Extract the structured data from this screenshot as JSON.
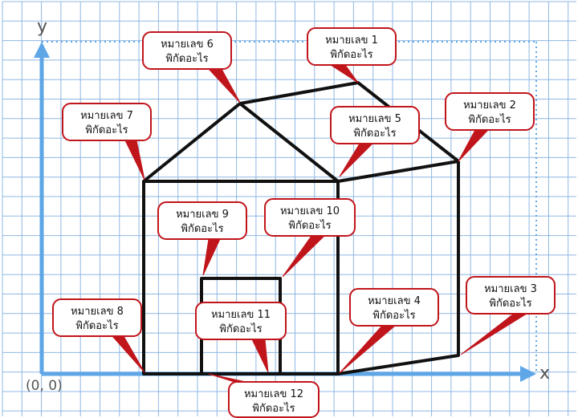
{
  "axes": {
    "x_label": "x",
    "y_label": "y",
    "origin_label": "(0, 0)"
  },
  "colors": {
    "grid": "#8fb7e3",
    "axis": "#5ea6e6",
    "outline": "#111111",
    "callout_border": "#c0151b",
    "callout_fill": "#ffffff"
  },
  "callouts": [
    {
      "id": 1,
      "line1": "หมายเลข 1",
      "line2": "พิกัดอะไร"
    },
    {
      "id": 2,
      "line1": "หมายเลข 2",
      "line2": "พิกัดอะไร"
    },
    {
      "id": 3,
      "line1": "หมายเลข 3",
      "line2": "พิกัดอะไร"
    },
    {
      "id": 4,
      "line1": "หมายเลข 4",
      "line2": "พิกัดอะไร"
    },
    {
      "id": 5,
      "line1": "หมายเลข 5",
      "line2": "พิกัดอะไร"
    },
    {
      "id": 6,
      "line1": "หมายเลข 6",
      "line2": "พิกัดอะไร"
    },
    {
      "id": 7,
      "line1": "หมายเลข 7",
      "line2": "พิกัดอะไร"
    },
    {
      "id": 8,
      "line1": "หมายเลข 8",
      "line2": "พิกัดอะไร"
    },
    {
      "id": 9,
      "line1": "หมายเลข 9",
      "line2": "พิกัดอะไร"
    },
    {
      "id": 10,
      "line1": "หมายเลข 10",
      "line2": "พิกัดอะไร"
    },
    {
      "id": 11,
      "line1": "หมายเลข 11",
      "line2": "พิกัดอะไร"
    },
    {
      "id": 12,
      "line1": "หมายเลข 12",
      "line2": "พิกัดอะไร"
    }
  ]
}
